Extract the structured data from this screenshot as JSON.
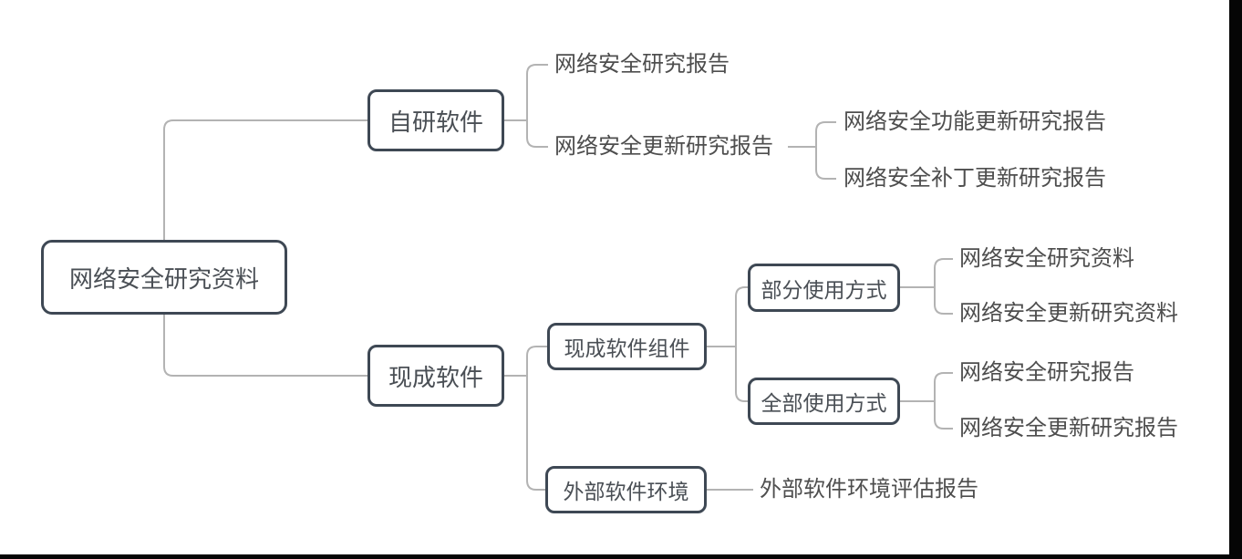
{
  "diagram": {
    "type": "mindmap-tree",
    "colors": {
      "background": "#ffffff",
      "node_border": "#3e4854",
      "node_text": "#4a4f55",
      "leaf_text": "#4e4e4e",
      "connector": "#b3b3b3",
      "edge_bar": "#050505"
    },
    "tree": {
      "root": {
        "label": "网络安全研究资料",
        "children": [
          {
            "label": "自研软件",
            "children": [
              {
                "label": "网络安全研究报告"
              },
              {
                "label": "网络安全更新研究报告",
                "children": [
                  {
                    "label": "网络安全功能更新研究报告"
                  },
                  {
                    "label": "网络安全补丁更新研究报告"
                  }
                ]
              }
            ]
          },
          {
            "label": "现成软件",
            "children": [
              {
                "label": "现成软件组件",
                "children": [
                  {
                    "label": "部分使用方式",
                    "children": [
                      {
                        "label": "网络安全研究资料"
                      },
                      {
                        "label": "网络安全更新研究资料"
                      }
                    ]
                  },
                  {
                    "label": "全部使用方式",
                    "children": [
                      {
                        "label": "网络安全研究报告"
                      },
                      {
                        "label": "网络安全更新研究报告"
                      }
                    ]
                  }
                ]
              },
              {
                "label": "外部软件环境",
                "children": [
                  {
                    "label": "外部软件环境评估报告"
                  }
                ]
              }
            ]
          }
        ]
      }
    }
  }
}
